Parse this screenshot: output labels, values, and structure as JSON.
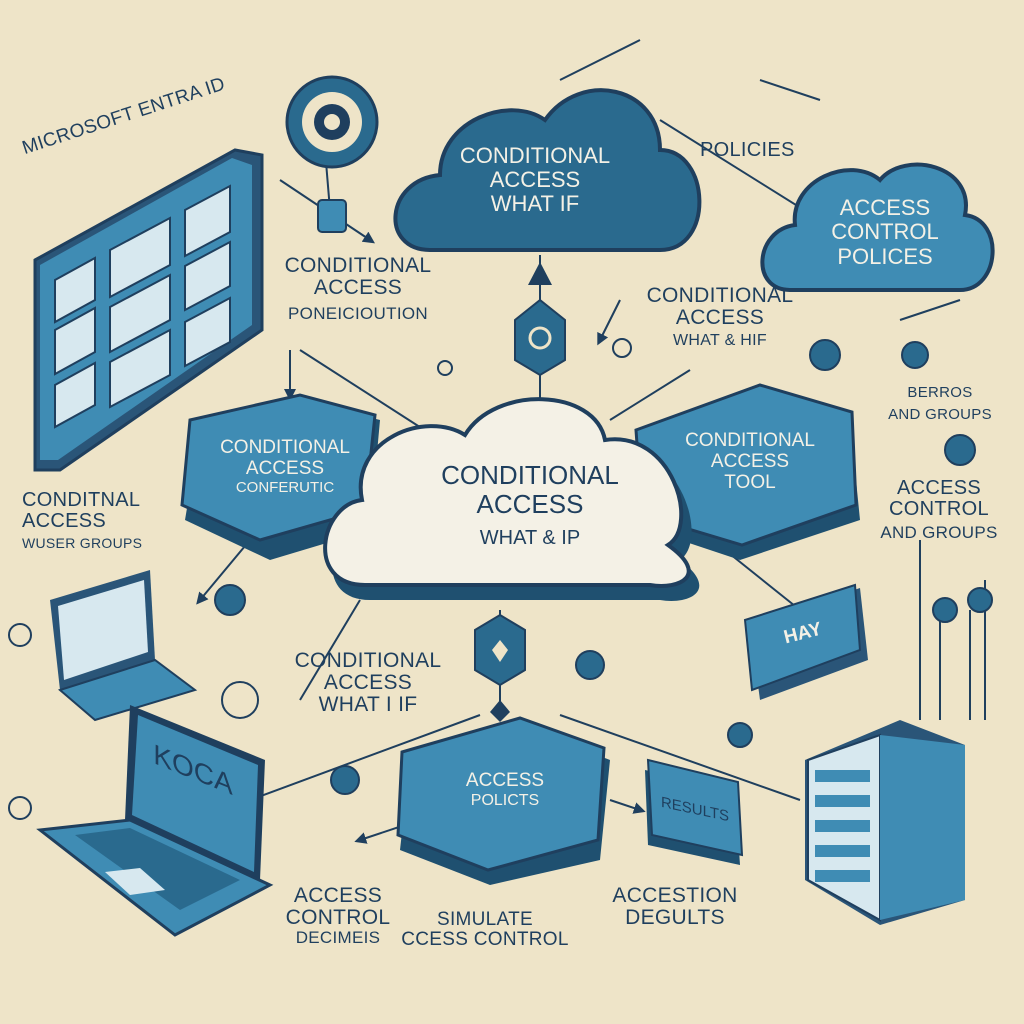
{
  "header": {
    "product_title": "MICROSOFT ENTRA ID"
  },
  "top_cloud": {
    "lines": [
      "CONDITIONAL",
      "ACCESS",
      "WHAT IF"
    ]
  },
  "right_cloud": {
    "lines": [
      "ACCESS",
      "CONTROL",
      "POLICES"
    ]
  },
  "center_cloud": {
    "lines": [
      "CONDITIONAL",
      "ACCESS",
      "WHAT & IP"
    ]
  },
  "left_node": {
    "lines": [
      "CONDITIONAL",
      "ACCESS",
      "CONFERUTIC"
    ]
  },
  "right_node": {
    "lines": [
      "CONDITIONAL",
      "ACCESS",
      "TOOL"
    ]
  },
  "bottom_node": {
    "lines": [
      "ACCESS",
      "POLICTS"
    ]
  },
  "labels": {
    "policies": "POLICIES",
    "upper_left": [
      "CONDITIONAL",
      "ACCESS",
      "PONEICIOUTION"
    ],
    "upper_right": [
      "CONDITIONAL",
      "ACCESS",
      "WHAT & HIF"
    ],
    "left_mid": [
      "CONDITNAL",
      "ACCESS",
      "WUSER GROUPS"
    ],
    "right_small": [
      "BERROS",
      "AND GROUPS"
    ],
    "right_mid": [
      "ACCESS",
      "CONTROL",
      "AND GROUPS"
    ],
    "center_low": [
      "CONDITIONAL",
      "ACCESS",
      "WHAT I IF"
    ],
    "bottom_left": [
      "ACCESS",
      "CONTROL",
      "DECIMEIS"
    ],
    "bottom_center": [
      "SIMULATE",
      "CCESS CONTROL"
    ],
    "bottom_right": [
      "ACCESTION",
      "DEGULTS"
    ]
  },
  "tags": {
    "way": "HAY",
    "results": "RESULTS"
  },
  "laptop_screen_text": "KOCA",
  "colors": {
    "background": "#eee4c8",
    "navy": "#1f3f5e",
    "blue": "#3f8cb4",
    "dark_blue": "#2a6a8e",
    "light": "#f4f1e6"
  }
}
